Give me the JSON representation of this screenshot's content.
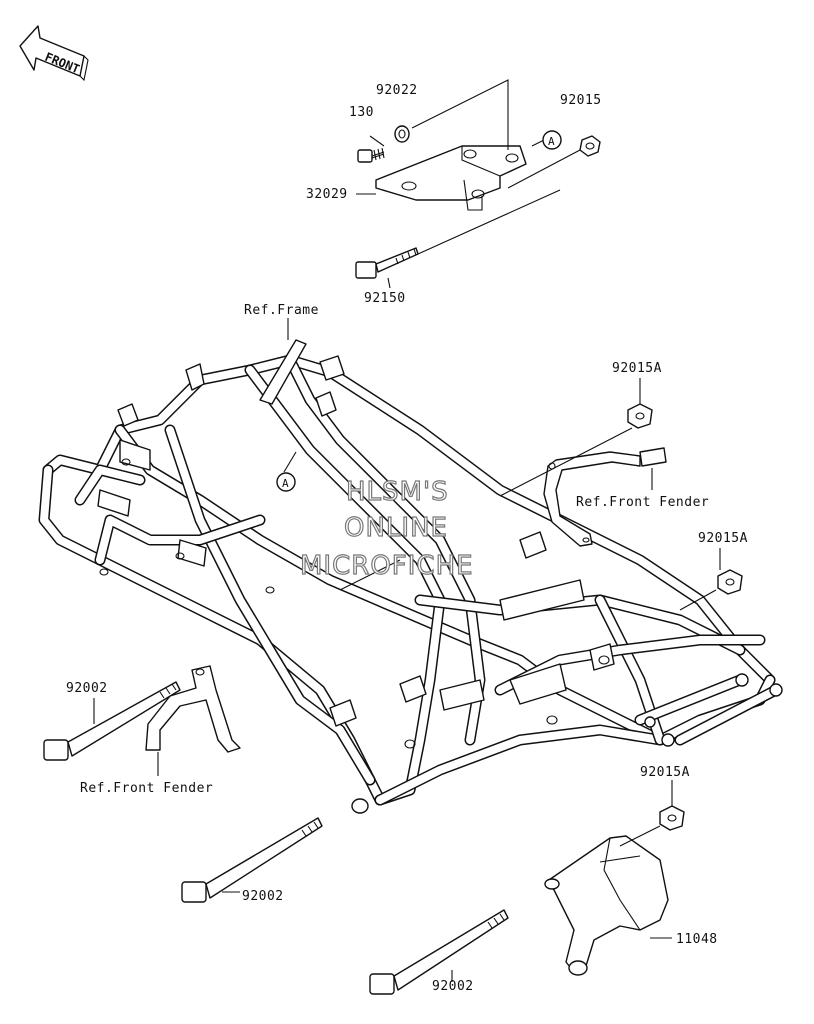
{
  "front_indicator": {
    "label": "FRONT"
  },
  "callouts": {
    "p130": "130",
    "p92022": "92022",
    "p92015": "92015",
    "p32029": "32029",
    "p92150": "92150",
    "ref_frame": "Ref.Frame",
    "p92015A_1": "92015A",
    "ref_front_fender_1": "Ref.Front Fender",
    "p92015A_2": "92015A",
    "p92002_1": "92002",
    "ref_front_fender_2": "Ref.Front Fender",
    "p92015A_3": "92015A",
    "p92002_2": "92002",
    "p11048": "11048",
    "p92002_3": "92002",
    "marker_a": "A",
    "marker_a_2": "A"
  },
  "watermark": {
    "line1": "HLSM'S",
    "line2": "ONLINE",
    "line3": "MICROFICHE"
  }
}
